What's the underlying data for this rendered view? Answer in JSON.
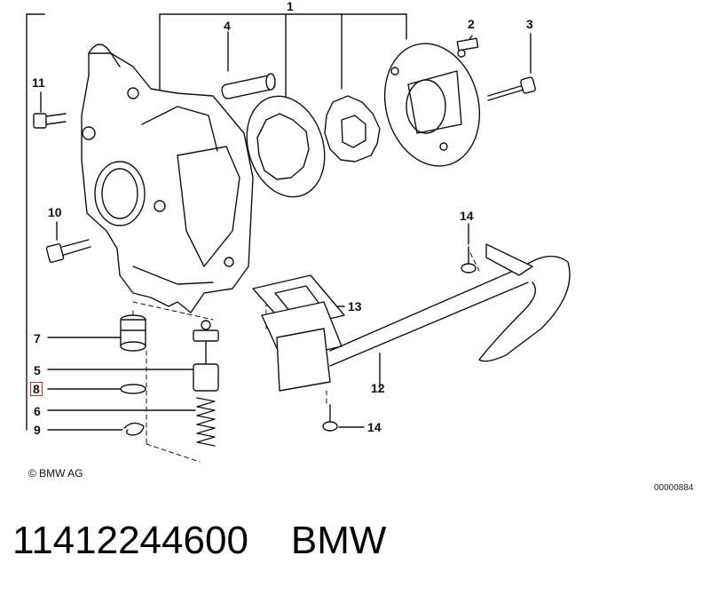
{
  "diagram": {
    "callouts": [
      {
        "id": "c1",
        "label": "1"
      },
      {
        "id": "c2",
        "label": "2"
      },
      {
        "id": "c3",
        "label": "3"
      },
      {
        "id": "c4",
        "label": "4"
      },
      {
        "id": "c11",
        "label": "11"
      },
      {
        "id": "c10",
        "label": "10"
      },
      {
        "id": "c14a",
        "label": "14"
      },
      {
        "id": "c13",
        "label": "13"
      },
      {
        "id": "c7",
        "label": "7"
      },
      {
        "id": "c5",
        "label": "5"
      },
      {
        "id": "c8",
        "label": "8",
        "highlighted": true
      },
      {
        "id": "c6",
        "label": "6"
      },
      {
        "id": "c9",
        "label": "9"
      },
      {
        "id": "c12",
        "label": "12"
      },
      {
        "id": "c14b",
        "label": "14"
      }
    ],
    "copyright": "© BMW AG",
    "reference_number": "00000884",
    "highlight_color": "#d62828"
  },
  "footer": {
    "part_number": "11412244600",
    "brand": "BMW"
  }
}
